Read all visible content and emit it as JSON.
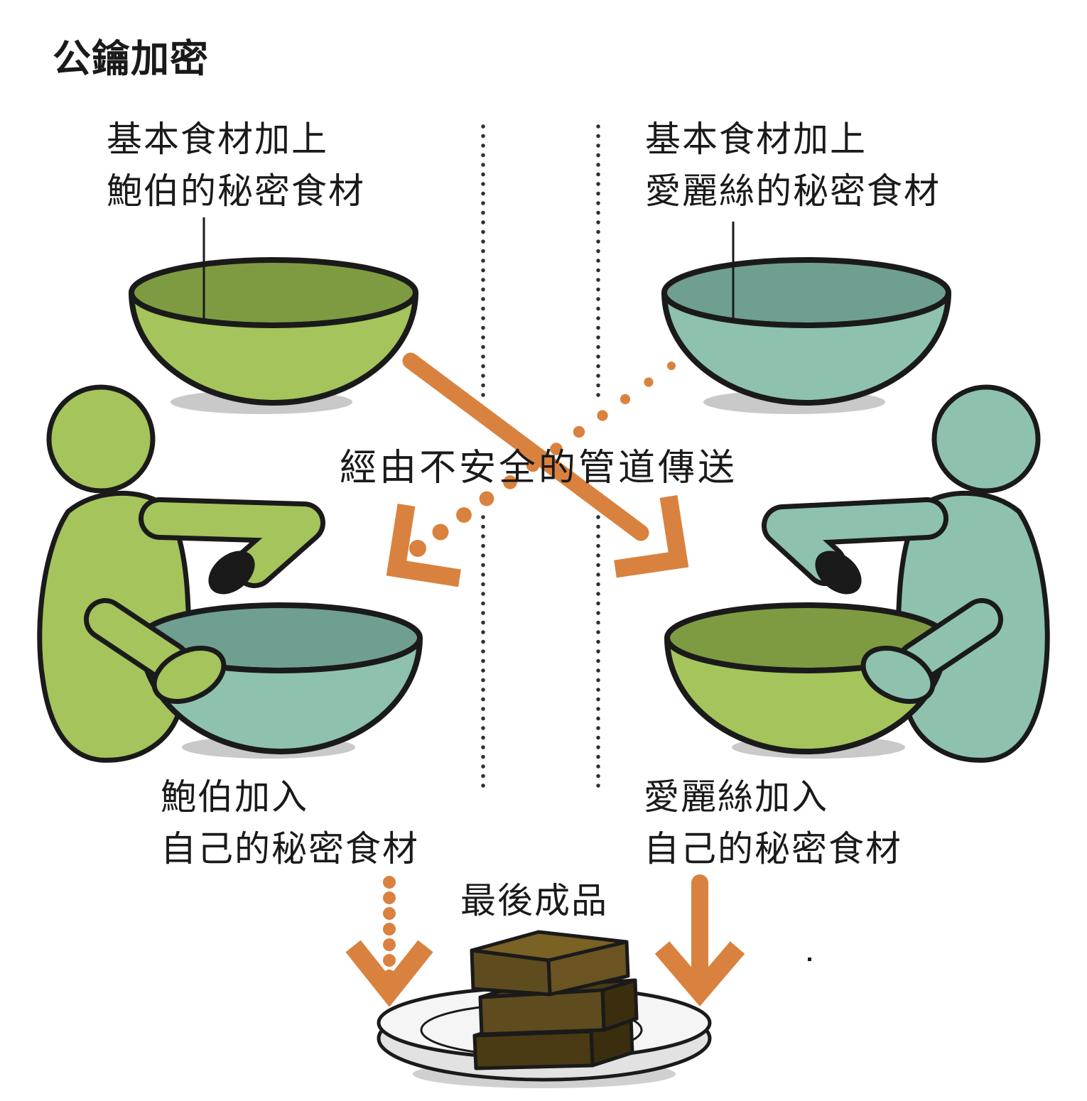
{
  "title": "公鑰加密",
  "labels": {
    "bob_public": {
      "line1": "基本食材加上",
      "line2": "鮑伯的秘密食材"
    },
    "alice_public": {
      "line1": "基本食材加上",
      "line2": "愛麗絲的秘密食材"
    },
    "channel": "經由不安全的管道傳送",
    "bob_mix": {
      "line1": "鮑伯加入",
      "line2": "自己的秘密食材"
    },
    "alice_mix": {
      "line1": "愛麗絲加入",
      "line2": "自己的秘密食材"
    },
    "final": "最後成品"
  },
  "colors": {
    "ink": "#1a1a1a",
    "outline": "#1a1a1a",
    "dot": "#2e2e2e",
    "green": "#a5c45c",
    "green-dark": "#7e9b41",
    "teal": "#8ec2ae",
    "teal-dark": "#6f9f90",
    "orange": "#d9823f",
    "shadow": "#c9c9c9",
    "brownie-top": "#7a6124",
    "brownie-front": "#5f4c1e",
    "brownie-side": "#6b5422",
    "brownie-dark": "#4a3b14",
    "brownie-darker": "#3a2e0e",
    "plate": "#f5f5f5",
    "plate-rim": "#e2e2e2",
    "plate-shadow": "#d0d0d0"
  }
}
